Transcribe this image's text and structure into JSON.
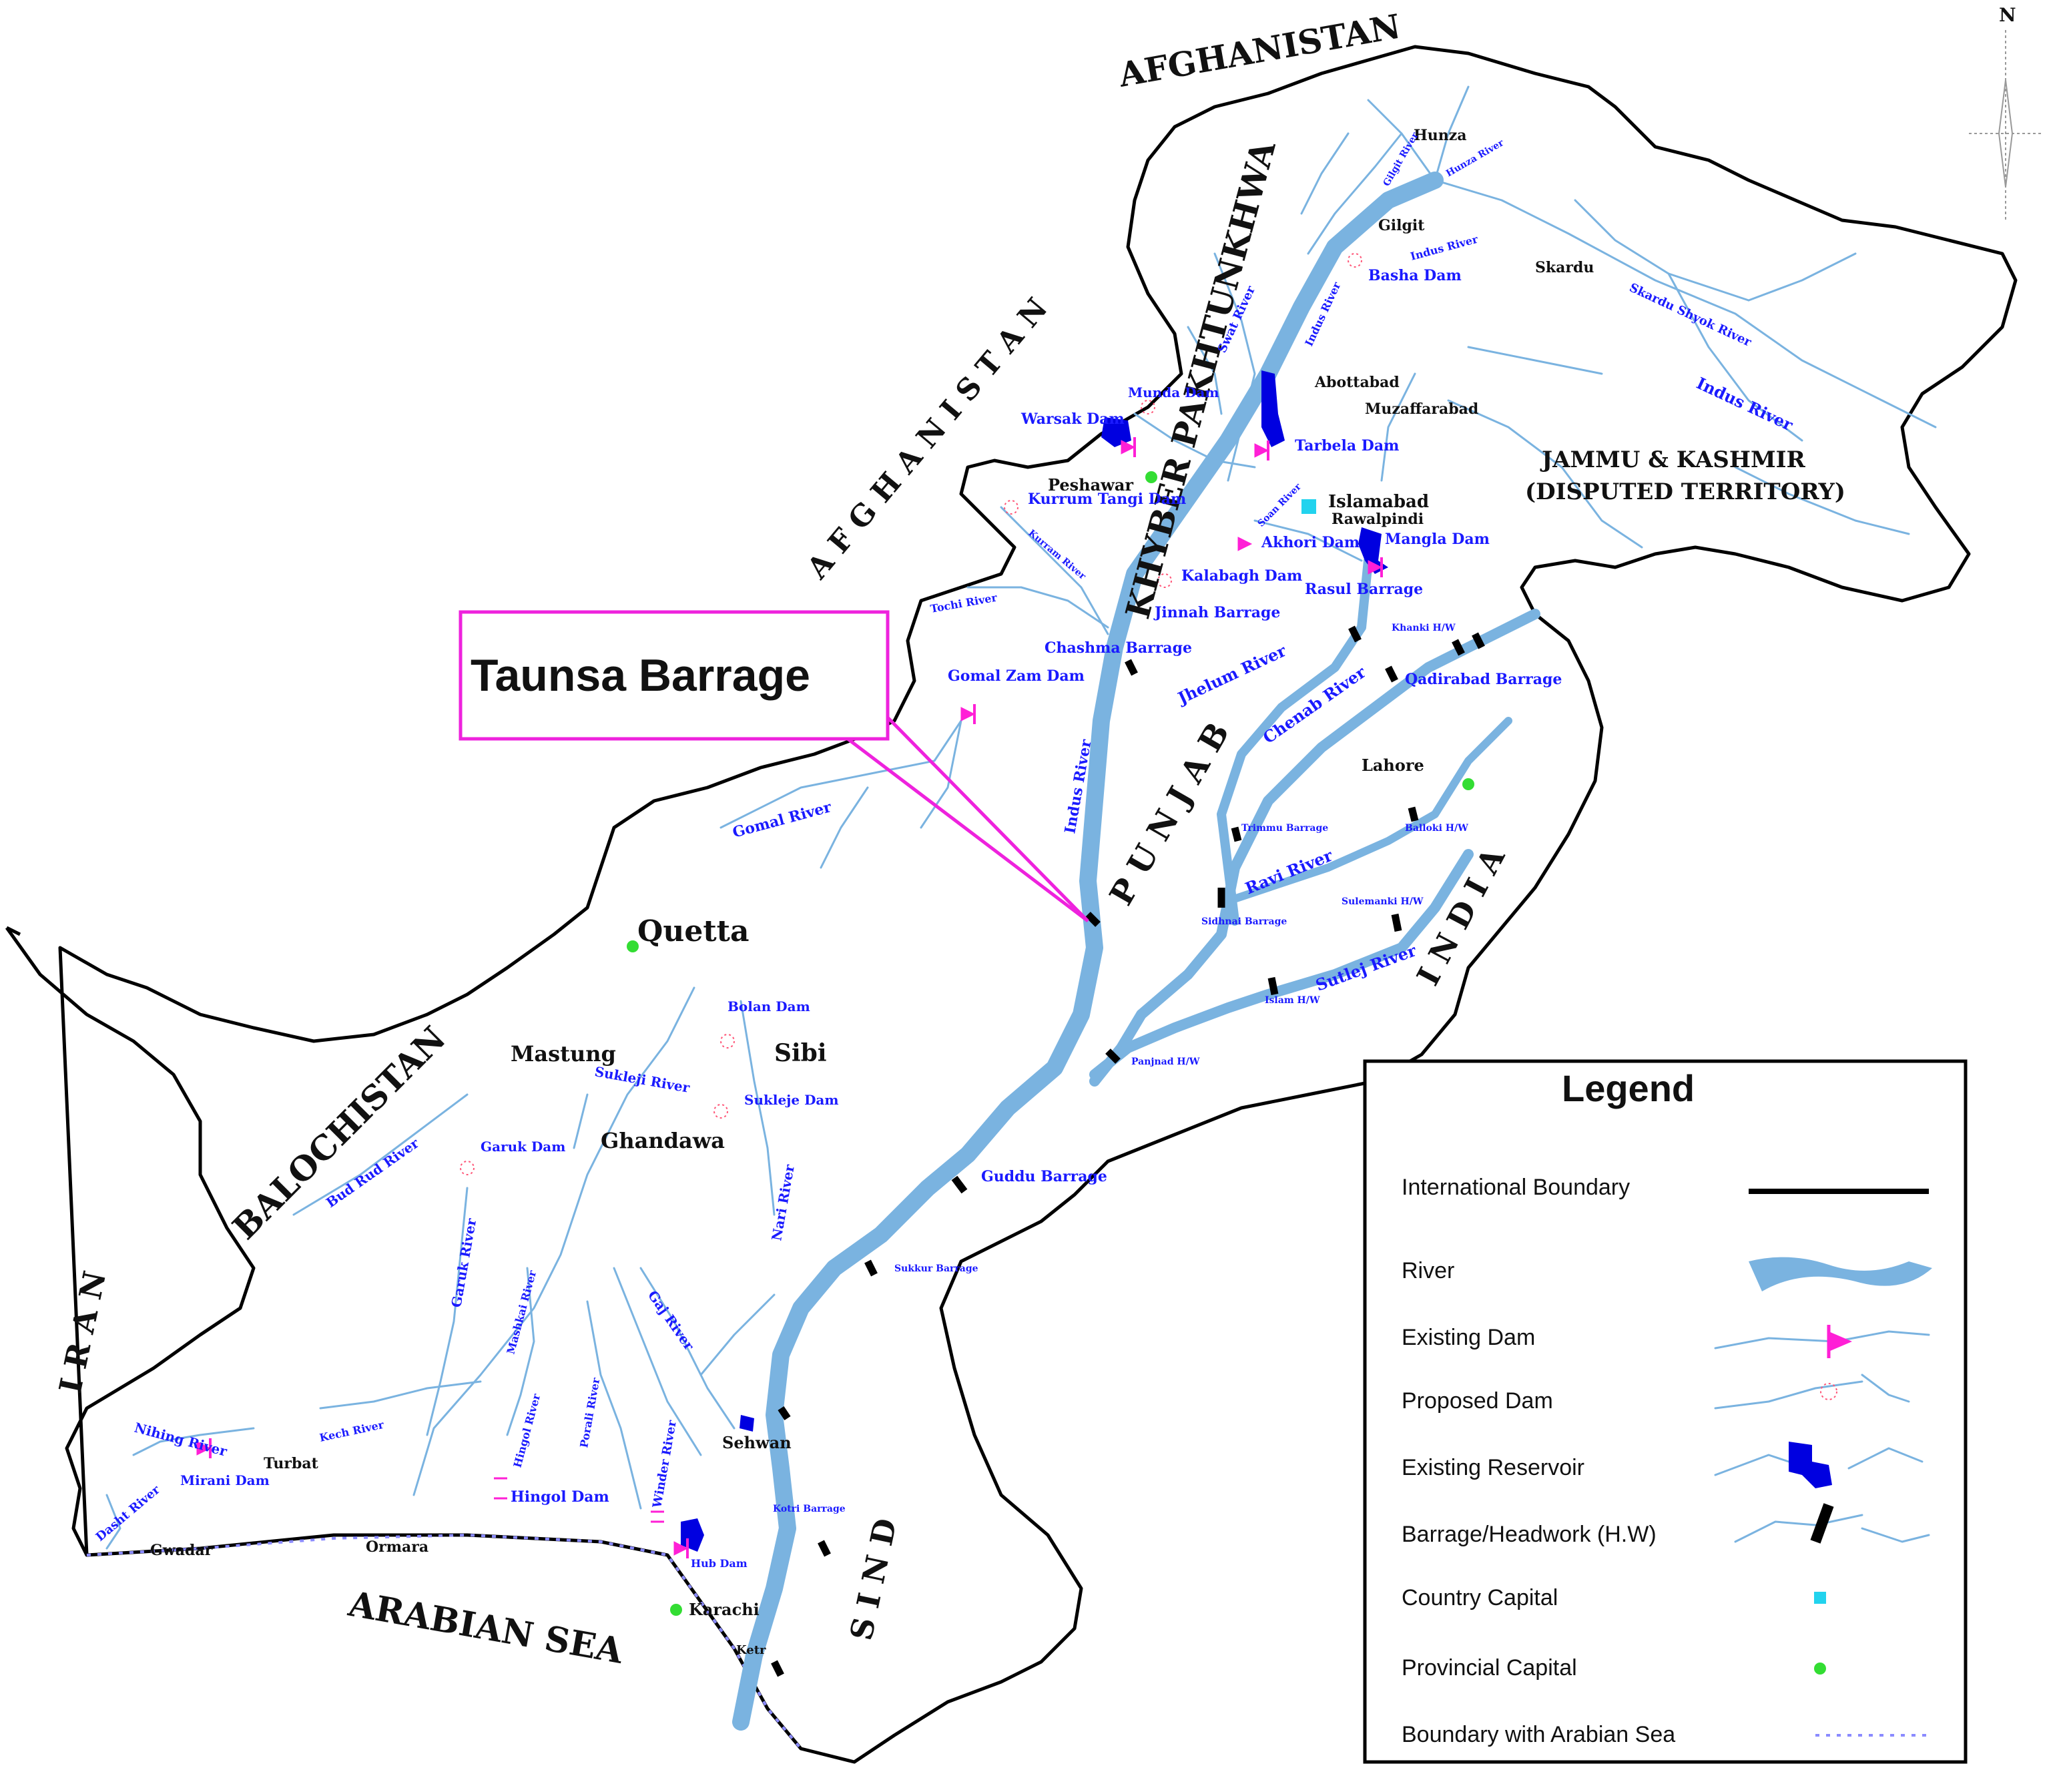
{
  "neighbors": {
    "afghanistan_north": "AFGHANISTAN",
    "afghanistan_west": "A F G H A N I S T A N",
    "iran": "I R A N",
    "india": "I N D I A",
    "arabian_sea": "ARABIAN SEA",
    "jammu_kashmir_1": "JAMMU & KASHMIR",
    "jammu_kashmir_2": "(DISPUTED TERRITORY)"
  },
  "provinces": {
    "kp": "KHYBER PAKHTUNKHWA",
    "punjab": "P U N J A B",
    "balochistan": "BALOCHISTAN",
    "sind": "S I N D"
  },
  "compass": {
    "north": "N"
  },
  "cities": {
    "hunza": "Hunza",
    "gilgit": "Gilgit",
    "skardu": "Skardu",
    "abottabad": "Abottabad",
    "muzaffarabad": "Muzaffarabad",
    "peshawar": "Peshawar",
    "islamabad": "Islamabad",
    "rawalpindi": "Rawalpindi",
    "lahore": "Lahore",
    "quetta": "Quetta",
    "mastung": "Mastung",
    "sibi": "Sibi",
    "ghandawa": "Ghandawa",
    "turbat": "Turbat",
    "gwadar": "Gwadar",
    "ormara": "Ormara",
    "sehwan": "Sehwan",
    "karachi": "Karachi",
    "keti": "Ketr"
  },
  "rivers": {
    "gilgit": "Gilgit River",
    "hunza": "Hunza River",
    "indus_north": "Indus River",
    "swat": "Swat River",
    "indus_kp": "Indus River",
    "skardu_shyok": "Skardu Shyok River",
    "indus_kashmir": "Indus River",
    "soan": "Soan River",
    "kurram": "Kurram River",
    "tochi": "Tochi River",
    "jhelum": "Jhelum River",
    "chenab": "Chenab River",
    "indus_punjab": "Indus River",
    "gomal": "Gomal River",
    "ravi": "Ravi River",
    "sutlej": "Sutlej River",
    "bolan_sukleji": "Sukleji River",
    "bud_rud": "Bud Rud River",
    "garuk": "Garuk River",
    "mashkai": "Mashkai River",
    "nari": "Nari River",
    "gaj": "Gaj River",
    "hingol": "Hingol River",
    "porali": "Porali River",
    "winder": "Winder River",
    "kech": "Kech River",
    "dasht": "Dasht River",
    "nihing": "Nihing River"
  },
  "dams": {
    "basha": "Basha Dam",
    "munda": "Munda Dam",
    "warsak": "Warsak Dam",
    "tarbela": "Tarbela Dam",
    "kurram_tangi": "Kurrum Tangi Dam",
    "akhori": "Akhori Dam",
    "mangla": "Mangla Dam",
    "kalabagh": "Kalabagh Dam",
    "gomal_zam": "Gomal Zam Dam",
    "bolan": "Bolan Dam",
    "sukleje": "Sukleje Dam",
    "garuk": "Garuk Dam",
    "mirani": "Mirani Dam",
    "hingol": "Hingol Dam",
    "hub": "Hub Dam"
  },
  "barrages": {
    "jinnah": "Jinnah Barrage",
    "chashma": "Chashma Barrage",
    "rasul": "Rasul Barrage",
    "khanki": "Khanki H/W",
    "qadirabad": "Qadirabad Barrage",
    "trimmu": "Trimmu Barrage",
    "balloki": "Balloki H/W",
    "sidhnai": "Sidhnai Barrage",
    "sulemanki": "Sulemanki H/W",
    "islam": "Islam H/W",
    "panjnad": "Panjnad H/W",
    "guddu": "Guddu Barrage",
    "sukkur": "Sukkur Barrage",
    "kotri": "Kotri Barrage"
  },
  "callout": {
    "label": "Taunsa Barrage"
  },
  "legend": {
    "title": "Legend",
    "items": [
      "International Boundary",
      "River",
      "Existing Dam",
      "Proposed Dam",
      "Existing Reservoir",
      "Barrage/Headwork (H.W)",
      "Country Capital",
      "Provincial Capital",
      "Boundary with Arabian Sea"
    ]
  },
  "colors": {
    "river": "#7ab3e0",
    "label_blue": "#1a1aff",
    "dam": "#ff1fd6",
    "reservoir": "#0000e0",
    "capital": "#22d3ee",
    "provincial_capital": "#33dd33",
    "callout": "#ee22dd",
    "boundary": "#000000",
    "sea_boundary": "#8b8bff"
  }
}
